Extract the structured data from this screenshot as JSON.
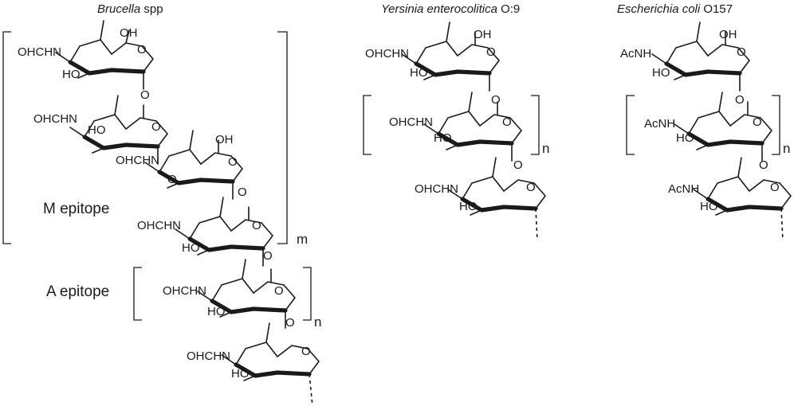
{
  "titles": {
    "brucella_italic": "Brucella",
    "brucella_rest": " spp",
    "yersinia_italic": "Yersinia enterocolitica",
    "yersinia_rest": " O:9",
    "ecoli_italic": "Escherichia coli",
    "ecoli_rest": " O157"
  },
  "labels": {
    "m_epitope": "M epitope",
    "a_epitope": "A epitope",
    "m": "m",
    "n": "n"
  },
  "atoms": {
    "oh": "OH",
    "ho": "HO",
    "o": "O",
    "formamido": "OHCHN",
    "acetamido": "AcNH",
    "formamido_cut": "OHCHN"
  }
}
